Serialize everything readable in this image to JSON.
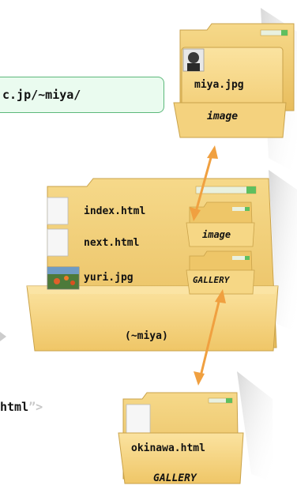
{
  "url_box": {
    "text": "c.jp/~miya/"
  },
  "partial_code": {
    "text": "html",
    "suffix": "”>"
  },
  "folder_top": {
    "file": "miya.jpg",
    "tab_label": "image"
  },
  "folder_middle": {
    "files": [
      "index.html",
      "next.html",
      "yuri.jpg"
    ],
    "sub_folders": [
      "image",
      "GALLERY"
    ],
    "name": "(~miya)"
  },
  "folder_bottom": {
    "file": "okinawa.html",
    "tab_label": "GALLERY"
  },
  "colors": {
    "folder_fill": "#f2cf78",
    "folder_edge": "#c9a24a",
    "arrow": "#f0a040",
    "box_border": "#5cb87a",
    "box_fill": "#eafbef"
  }
}
